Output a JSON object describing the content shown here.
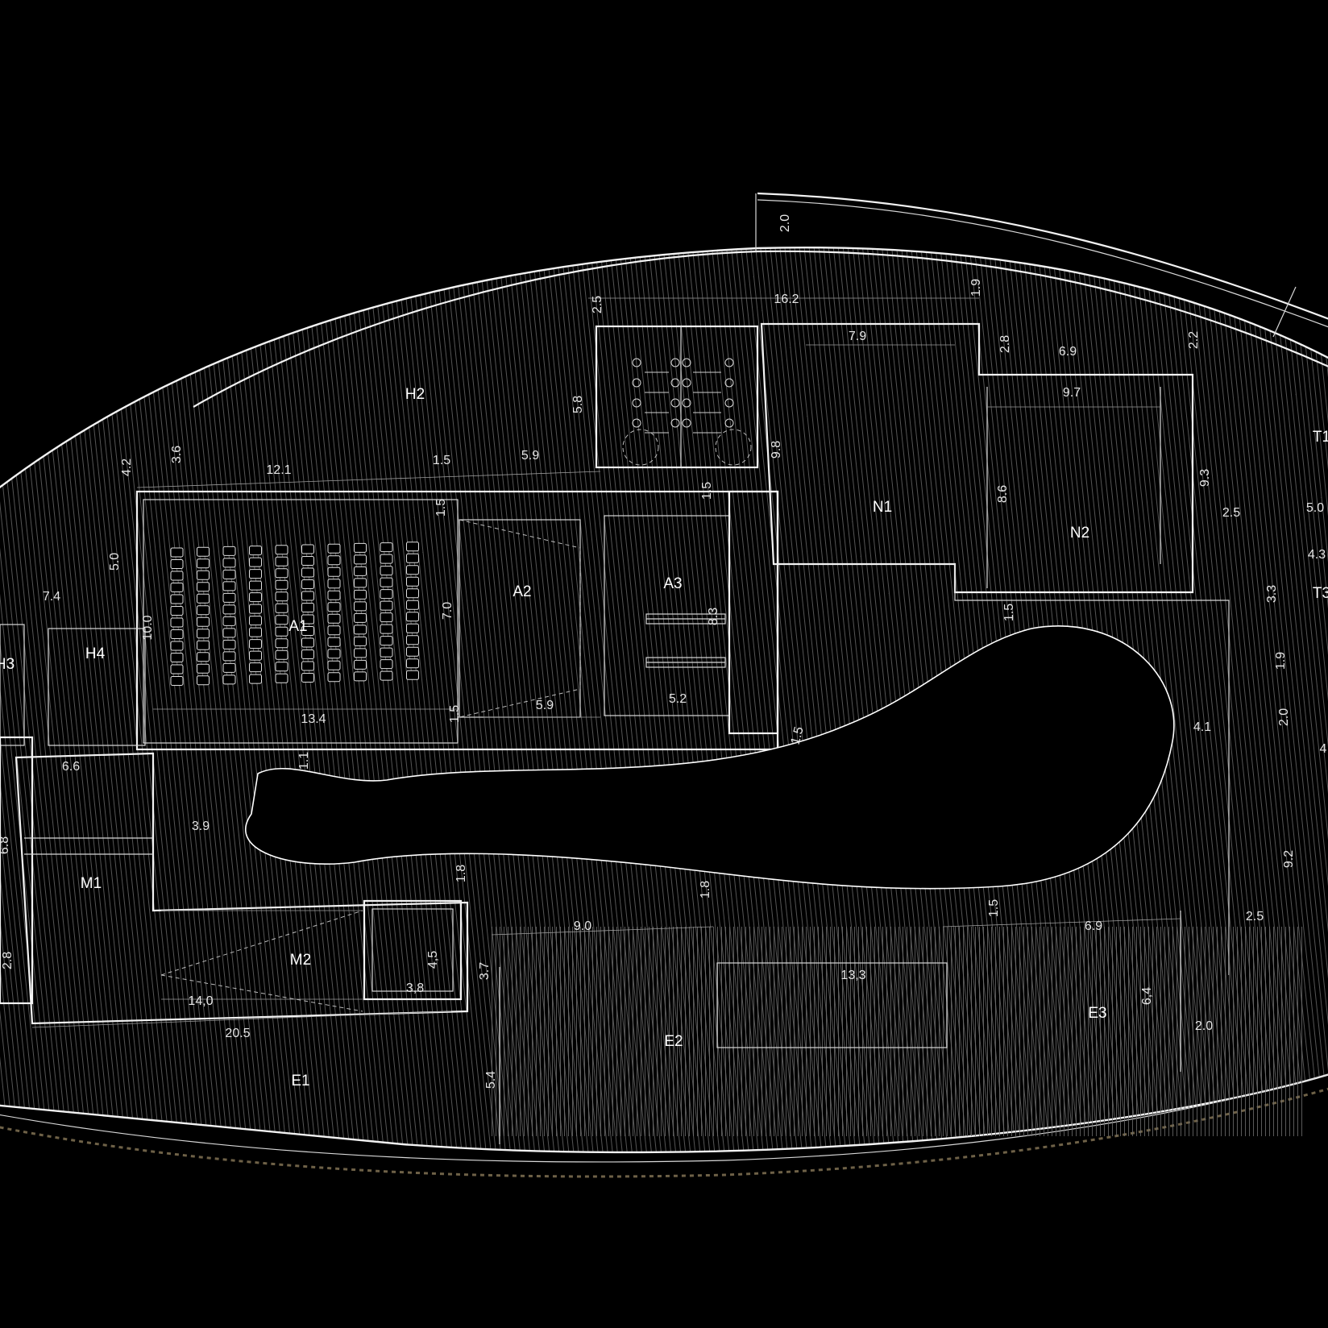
{
  "rooms": {
    "H2": "H2",
    "H4": "H4",
    "A1": "A1",
    "A2": "A2",
    "A3": "A3",
    "N1": "N1",
    "N2": "N2",
    "M1": "M1",
    "M2": "M2",
    "E1": "E1",
    "E2": "E2",
    "E3": "E3",
    "T1": "T1",
    "T3": "T3",
    "H3": "H3"
  },
  "dims": {
    "d_2_0_top": "2.0",
    "d_16_2": "16.2",
    "d_1_9": "1.9",
    "d_2_5_top": "2.5",
    "d_7_9": "7.9",
    "d_2_8_top": "2.8",
    "d_6_9_top": "6.9",
    "d_2_2": "2.2",
    "d_9_7": "9.7",
    "d_5_8": "5.8",
    "d_3_6": "3.6",
    "d_4_2": "4.2",
    "d_12_1": "12.1",
    "d_1_5_door": "1.5",
    "d_5_9_top": "5.9",
    "d_9_8": "9.8",
    "d_1_5_corr": "1.5",
    "d_8_6": "8.6",
    "d_9_3": "9.3",
    "d_2_5_right": "2.5",
    "d_5_0_right": "5.0",
    "d_1_5_a1": "1.5",
    "d_5_0_left": "5.0",
    "d_7_4": "7.4",
    "d_10_0": "10.0",
    "d_7_0": "7.0",
    "d_8_3": "8.3",
    "d_4_3": "4.3",
    "d_3_3": "3.3",
    "d_1_5_n": "1.5",
    "d_13_4": "13.4",
    "d_1_5_a1b": "1.5",
    "d_5_9_bot": "5.9",
    "d_5_2": "5.2",
    "d_1_9_r": "1.9",
    "d_2_0_r": "2.0",
    "d_1_5_diag": "1.5",
    "d_4_1": "4.1",
    "d_4_r": "4",
    "d_1_1": "1.1",
    "d_6_6": "6.6",
    "d_3_9": "3.9",
    "d_6_8": "6.8",
    "d_9_2": "9.2",
    "d_1_8_a": "1.8",
    "d_1_8_b": "1.8",
    "d_1_5_e": "1.5",
    "d_9_0": "9.0",
    "d_6_9_bot": "6.9",
    "d_2_5_bot": "2.5",
    "d_4_5": "4,5",
    "d_3_7": "3.7",
    "d_13_3": "13,3",
    "d_2_8_left": "2.8",
    "d_14_0": "14,0",
    "d_3_8": "3,8",
    "d_6_4": "6,4",
    "d_20_5": "20.5",
    "d_2_0_bot": "2.0",
    "d_5_4": "5.4"
  },
  "colors": {
    "background": "#000000",
    "line": "#f2f2f2",
    "hatch": "#8a8a8a",
    "dotted_band": "#6e6147"
  }
}
